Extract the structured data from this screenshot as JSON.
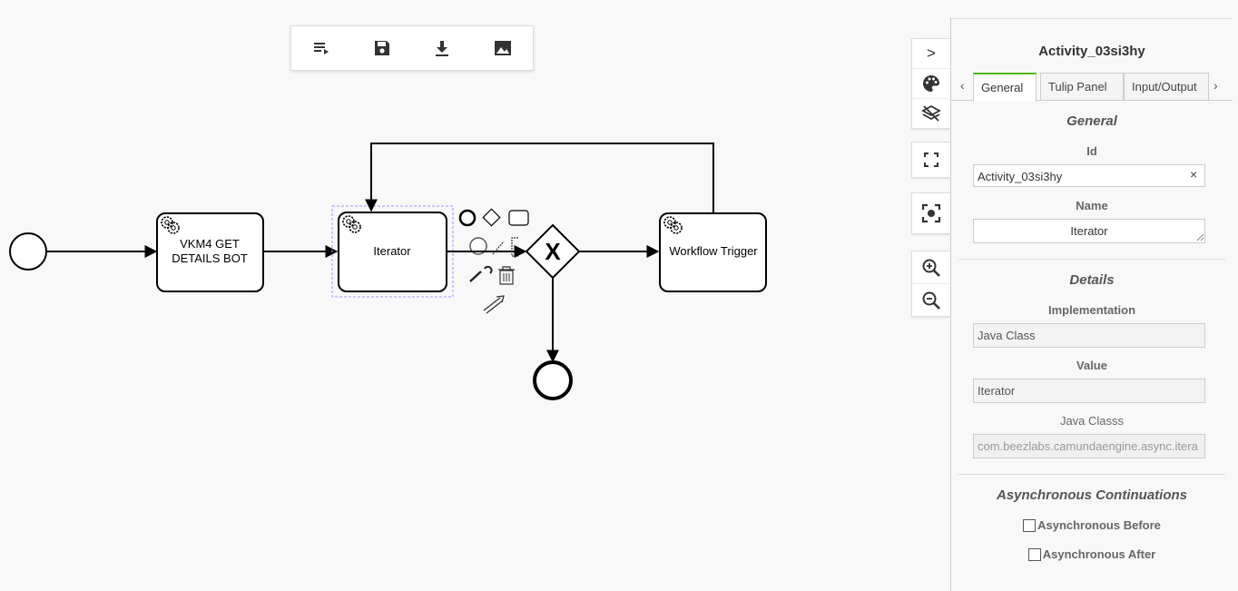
{
  "toolbar": {
    "icons": [
      "list-play-icon",
      "save-icon",
      "download-icon",
      "image-icon"
    ]
  },
  "diagram": {
    "tasks": [
      {
        "line1": "VKM4 GET",
        "line2": "DETAILS BOT"
      },
      {
        "line1": "Iterator"
      },
      {
        "line1": "Workflow Trigger"
      }
    ],
    "gateway_mark": "X"
  },
  "side_tools": {
    "toggle": ">",
    "icons": [
      "palette-icon",
      "layers-icon",
      "fullscreen-icon",
      "focus-icon",
      "zoom-in-icon",
      "zoom-out-icon"
    ]
  },
  "panel": {
    "title": "Activity_03si3hy",
    "tab_prev": "‹",
    "tab_next": "›",
    "tabs": [
      "General",
      "Tulip Panel",
      "Input/Output"
    ],
    "general_title": "General",
    "id_label": "Id",
    "id_value": "Activity_03si3hy",
    "id_clear": "×",
    "name_label": "Name",
    "name_value": "Iterator",
    "details_title": "Details",
    "impl_label": "Implementation",
    "impl_value": "Java Class",
    "value_label": "Value",
    "value_value": "Iterator",
    "java_label": "Java Classs",
    "java_value": "com.beezlabs.camundaengine.async.itera",
    "async_title": "Asynchronous Continuations",
    "async_before": "Asynchronous Before",
    "async_after": "Asynchronous After"
  },
  "colors": {
    "accent": "#52b415",
    "selection": "#9999ff"
  }
}
